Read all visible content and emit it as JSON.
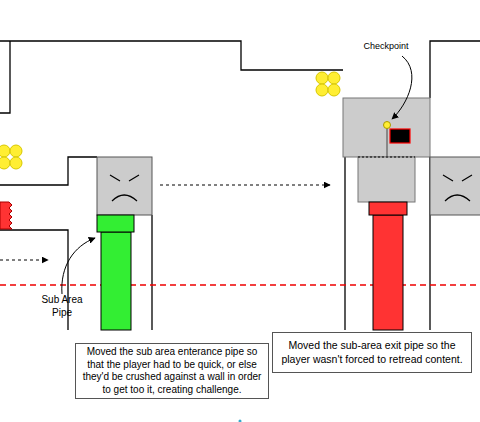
{
  "diagram": {
    "nodes": [
      {
        "text": [
          "Moved the sub area enterance pipe so that the player had to be quick, or else they'd be crushed against a wall in order to get too it, creating challenge."
        ]
      },
      {
        "text": [
          "Moved the sub-area exit pipe so the player wasn't forced to retread content."
        ]
      }
    ],
    "labels": [
      "Checkpoint",
      "Sub Area Pipe"
    ]
  }
}
